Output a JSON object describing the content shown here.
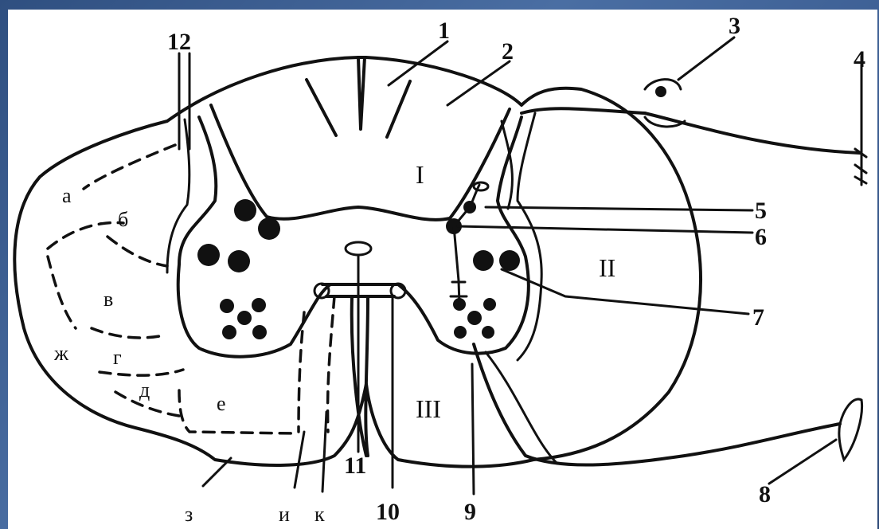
{
  "numbers": {
    "n1": "1",
    "n2": "2",
    "n3": "3",
    "n4": "4",
    "n5": "5",
    "n6": "6",
    "n7": "7",
    "n8": "8",
    "n9": "9",
    "n10": "10",
    "n11": "11",
    "n12": "12"
  },
  "regions": {
    "r1": "I",
    "r2": "II",
    "r3": "III"
  },
  "tracts": {
    "a": "а",
    "b": "б",
    "v": "в",
    "g": "г",
    "d": "д",
    "e": "е",
    "zh": "ж",
    "z": "з",
    "i": "и",
    "k": "к"
  },
  "colors": {
    "ink": "#111111",
    "frame": "#3a5a8a",
    "paper": "#ffffff"
  }
}
